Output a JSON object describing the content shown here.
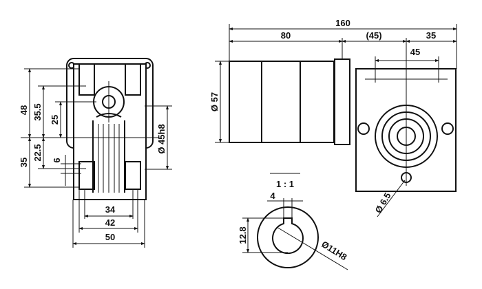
{
  "front_view": {
    "dims": {
      "h48": "48",
      "h35_5": "35.5",
      "h25": "25",
      "h22_5": "22.5",
      "h35": "35",
      "h6": "6",
      "dia45": "Ø 45h8",
      "w34": "34",
      "w42": "42",
      "w50": "50"
    }
  },
  "side_view": {
    "dims": {
      "overall": "160",
      "motor": "80",
      "mid": "(45)",
      "right": "35",
      "holes": "45",
      "dia57": "Ø 57",
      "dia6_5": "Ø 6.5"
    }
  },
  "shaft_section": {
    "ratio": "1 : 1",
    "key_width": "4",
    "key_depth": "12.8",
    "bore": "Ø11H8"
  }
}
